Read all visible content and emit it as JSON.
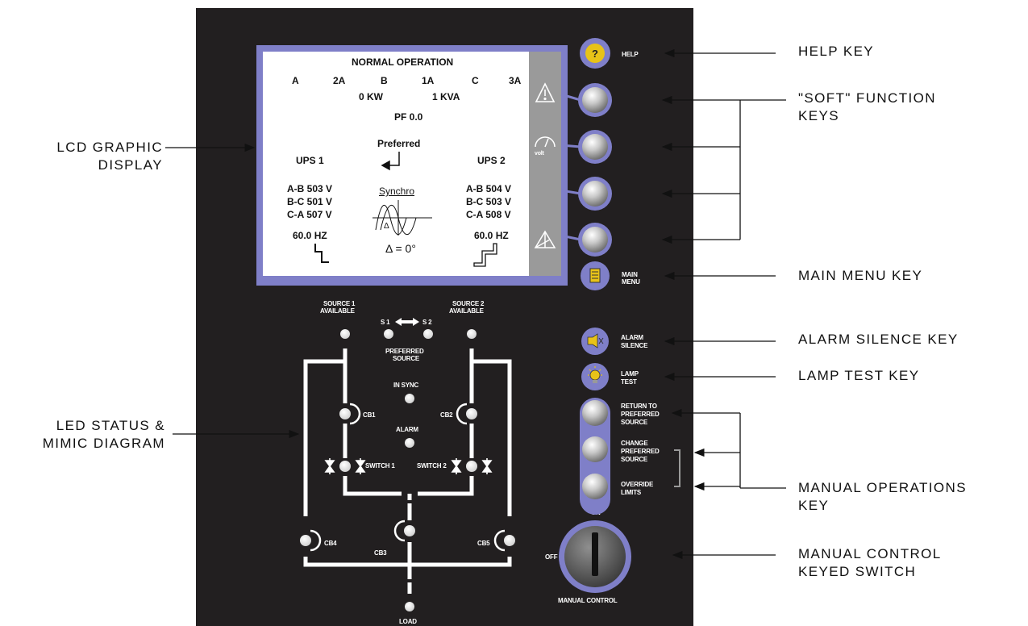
{
  "lcd": {
    "title": "NORMAL OPERATION",
    "currents": [
      "A",
      "2A",
      "B",
      "1A",
      "C",
      "3A"
    ],
    "power_kw": "0 KW",
    "power_kva": "1 KVA",
    "power_factor": "PF 0.0",
    "preferred_label": "Preferred",
    "ups1": {
      "title": "UPS 1",
      "voltages": [
        "A-B 503 V",
        "B-C 501 V",
        "C-A 507 V"
      ],
      "frequency": "60.0 HZ"
    },
    "ups2": {
      "title": "UPS 2",
      "voltages": [
        "A-B 504 V",
        "B-C 503 V",
        "C-A 508 V"
      ],
      "frequency": "60.0 HZ"
    },
    "synchro_label": "Synchro",
    "phase_delta_symbol": "Δ",
    "phase_delta": "Δ = 0°",
    "meter_icon_label": "volt"
  },
  "keys": {
    "help": "HELP",
    "main_menu": [
      "MAIN",
      "MENU"
    ],
    "alarm_silence": [
      "ALARM",
      "SILENCE"
    ],
    "lamp_test": [
      "LAMP",
      "TEST"
    ],
    "return_to_preferred": [
      "RETURN TO",
      "PREFERRED",
      "SOURCE"
    ],
    "change_preferred": [
      "CHANGE",
      "PREFERRED",
      "SOURCE"
    ],
    "override_limits": [
      "OVERRIDE",
      "LIMITS"
    ],
    "on": "ON",
    "off": "OFF",
    "manual_control": "MANUAL CONTROL"
  },
  "mimic": {
    "source1": [
      "SOURCE 1",
      "AVAILABLE"
    ],
    "source2": [
      "SOURCE 2",
      "AVAILABLE"
    ],
    "s1": "S 1",
    "s2": "S 2",
    "preferred_source": [
      "PREFERRED",
      "SOURCE"
    ],
    "in_sync": "IN SYNC",
    "alarm": "ALARM",
    "cb1": "CB1",
    "cb2": "CB2",
    "cb3": "CB3",
    "cb4": "CB4",
    "cb5": "CB5",
    "switch1": "SWITCH 1",
    "switch2": "SWITCH 2",
    "load": "LOAD"
  },
  "callouts": {
    "lcd_display": [
      "LCD GRAPHIC",
      "DISPLAY"
    ],
    "led_status": [
      "LED STATUS &",
      "MIMIC DIAGRAM"
    ],
    "help_key": "HELP KEY",
    "soft_keys": [
      "\"SOFT\" FUNCTION",
      "KEYS"
    ],
    "main_menu_key": "MAIN MENU KEY",
    "alarm_silence_key": "ALARM SILENCE KEY",
    "lamp_test_key": "LAMP TEST KEY",
    "manual_ops_key": [
      "MANUAL OPERATIONS",
      "KEY"
    ],
    "manual_control_switch": [
      "MANUAL CONTROL",
      "KEYED SWITCH"
    ]
  },
  "colors": {
    "panel": "#221f20",
    "lcd_frame": "#7f7fc8",
    "soft_bar": "#9a9a9a",
    "button_ring": "#7f7fc8",
    "help_button": "#e8c318",
    "mimic_line": "#ffffff"
  }
}
